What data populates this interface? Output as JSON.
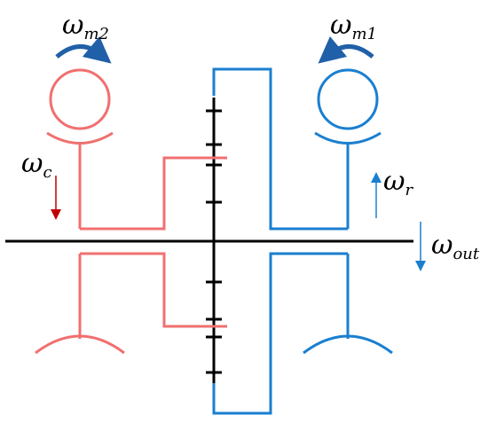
{
  "labels": {
    "omega_m2": {
      "symbol": "ω",
      "subscript": "m2"
    },
    "omega_m1": {
      "symbol": "ω",
      "subscript": "m1"
    },
    "omega_c": {
      "symbol": "ω",
      "subscript": "c"
    },
    "omega_r": {
      "symbol": "ω",
      "subscript": "r"
    },
    "omega_out": {
      "symbol": "ω",
      "subscript": "out"
    }
  },
  "colors": {
    "carrier_red": "#f07070",
    "ring_blue": "#1a7fd0",
    "shaft_black": "#000000",
    "arrow_red": "#c00000",
    "arrow_blue": "#1a7fd0",
    "rotation_arrow": "#2060a8"
  }
}
